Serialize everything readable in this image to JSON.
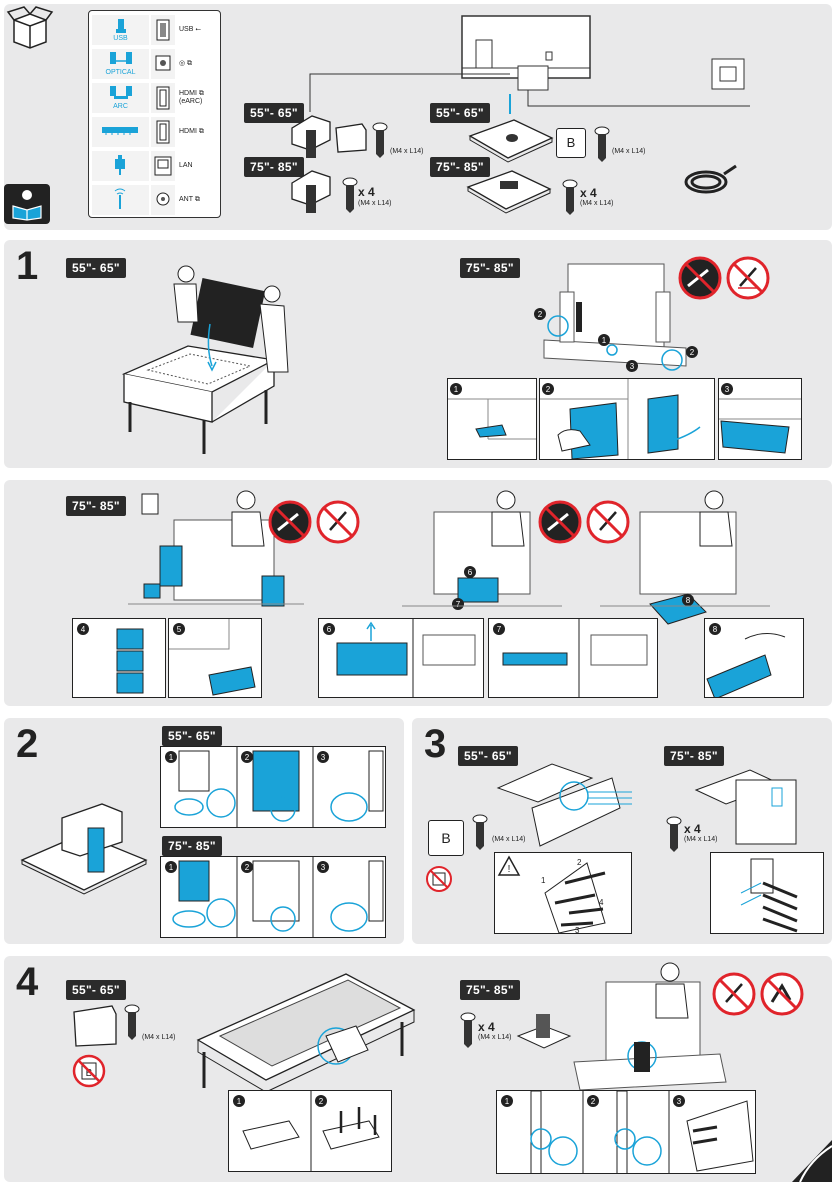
{
  "accessories": {
    "ports": [
      {
        "left": "USB",
        "right": "USB ⭠"
      },
      {
        "left": "OPTICAL",
        "right": "◎ ⧉"
      },
      {
        "left": "ARC",
        "right": "HDMI ⧉\n(eARC)"
      },
      {
        "left": "",
        "right": "HDMI ⧉"
      },
      {
        "left": "",
        "right": "LAN"
      },
      {
        "left": "",
        "right": "ANT ⧉"
      }
    ],
    "size_small": "55\"- 65\"",
    "size_large": "75\"- 85\"",
    "screw_spec": "(M4 x L14)",
    "count": "x 4",
    "bracket_letter": "B"
  },
  "steps": {
    "step1": "1",
    "step2": "2",
    "step3": "3",
    "step4": "4",
    "sub": [
      "1",
      "2",
      "3",
      "4",
      "5",
      "6",
      "7",
      "8"
    ]
  },
  "colors": {
    "accent": "#1aa3d8",
    "panel": "#e9e9ea",
    "dark": "#2b2b2b",
    "prohibit": "#e0242b"
  }
}
